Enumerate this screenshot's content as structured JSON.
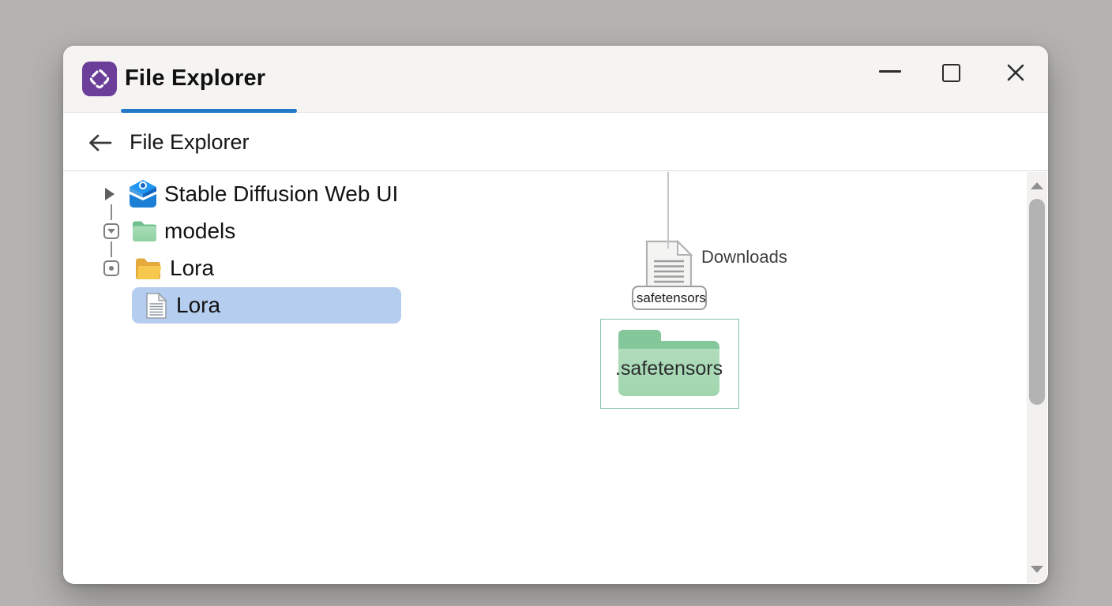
{
  "window": {
    "title": "File Explorer",
    "controls": {
      "minimize": "minimize",
      "maximize": "maximize",
      "close": "close"
    }
  },
  "header": {
    "title": "File Explorer"
  },
  "tree": {
    "items": [
      {
        "label": "Stable Diffusion Web UI",
        "icon": "stable-diffusion-icon",
        "expander": "triangle-collapsed",
        "selected": false
      },
      {
        "label": "models",
        "icon": "green-folder-icon",
        "expander": "box-chevron-down",
        "selected": false
      },
      {
        "label": "Lora",
        "icon": "yellow-folder-icon",
        "expander": "box-dot",
        "selected": false
      },
      {
        "label": "Lora",
        "icon": "document-icon",
        "expander": "none",
        "selected": true
      }
    ]
  },
  "drop_target": {
    "file_badge": ".safetensors",
    "location_label": "Downloads",
    "folder_label": ".safetensors"
  },
  "colors": {
    "background": "#b4b3b1",
    "titlebar": "#f5f4f2",
    "tab_accent": "#2478c8",
    "app_icon_purple": "#6a3e99",
    "selection_blue": "#b5cdee",
    "folder_green": "#a0d6ae",
    "folder_green_tab": "#84c79b",
    "folder_yellow": "#f6c84e",
    "drop_box_border": "#86c3a6",
    "scroll_thumb": "#b3b3b3"
  }
}
